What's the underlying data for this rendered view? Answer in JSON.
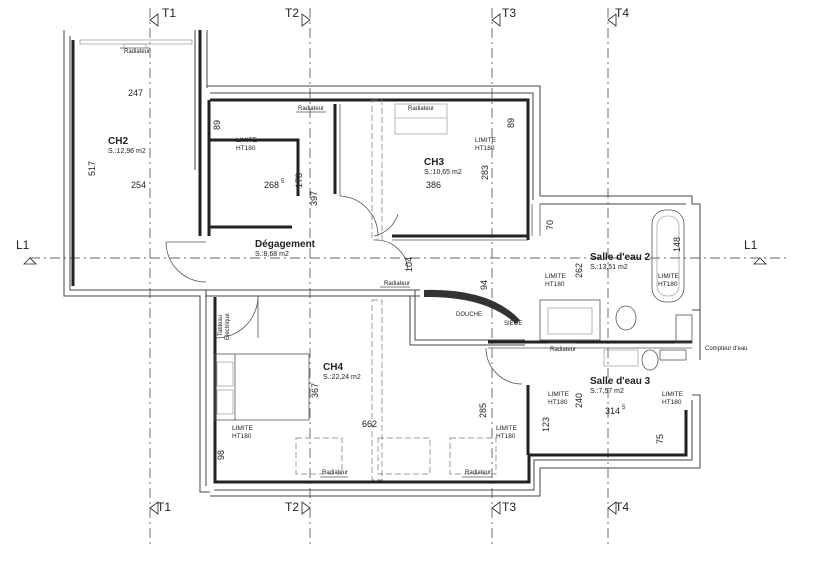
{
  "axes": {
    "T1": "T1",
    "T2": "T2",
    "T3": "T3",
    "T4": "T4",
    "L1": "L1"
  },
  "rooms": [
    {
      "name": "CH2",
      "area": "S.:12,96 m2"
    },
    {
      "name": "CH3",
      "area": "S.:10,65 m2"
    },
    {
      "name": "Dégagement",
      "area": "S.:8,68 m2"
    },
    {
      "name": "Salle d'eau 2",
      "area": "S.:13,51 m2"
    },
    {
      "name": "CH4",
      "area": "S.:22,24 m2"
    },
    {
      "name": "Salle d'eau 3",
      "area": "S.:7,57 m2"
    }
  ],
  "limits": {
    "line1": "LIMITE",
    "line2": "HT180"
  },
  "labels": {
    "radiateur": "Radiateur",
    "douche": "DOUCHE",
    "siege": "SIEGE",
    "compteur": "Compteur d'eau",
    "tableau": "Tableau",
    "electrique": "Electrique"
  },
  "dimensions": {
    "d247": "247",
    "d254": "254",
    "d517": "517",
    "d89a": "89",
    "d89b": "89",
    "d2685": "268",
    "d2685sup": "5",
    "d178": "178",
    "d397": "397",
    "d386": "386",
    "d283": "283",
    "d70": "70",
    "d148": "148",
    "d262": "262",
    "d104": "104",
    "d94": "94",
    "d367": "367",
    "d662": "662",
    "d285": "285",
    "d240": "240",
    "d3145": "314",
    "d3145sup": "5",
    "d123": "123",
    "d75": "75",
    "d98": "98"
  }
}
